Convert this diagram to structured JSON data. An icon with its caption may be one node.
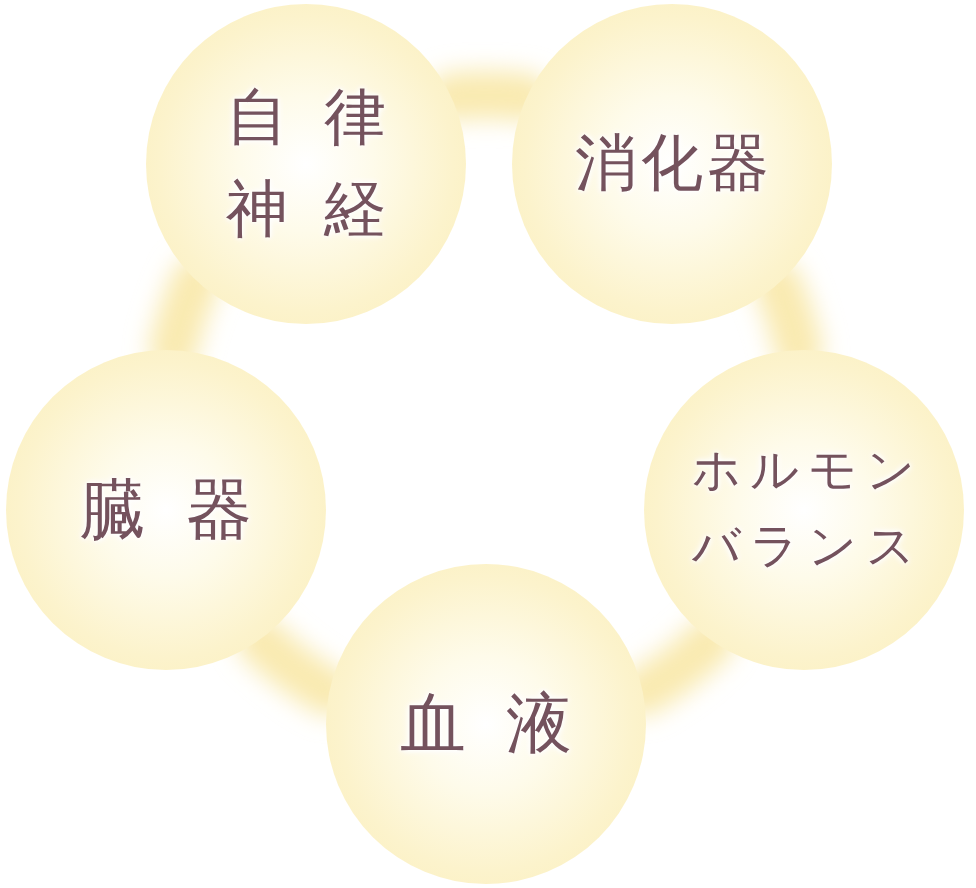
{
  "diagram": {
    "nodes": [
      {
        "text": [
          "自律神経"
        ]
      },
      {
        "text": [
          "消化器"
        ]
      },
      {
        "text": [
          "臓器"
        ]
      },
      {
        "text": [
          "ホルモンバランス"
        ]
      },
      {
        "text": [
          "血液"
        ]
      }
    ],
    "edges": [
      {
        "from": 0,
        "to": 1,
        "arrow": "none"
      },
      {
        "from": 1,
        "to": 3,
        "arrow": "none"
      },
      {
        "from": 3,
        "to": 4,
        "arrow": "none"
      },
      {
        "from": 4,
        "to": 2,
        "arrow": "none"
      },
      {
        "from": 2,
        "to": 0,
        "arrow": "none"
      }
    ]
  }
}
